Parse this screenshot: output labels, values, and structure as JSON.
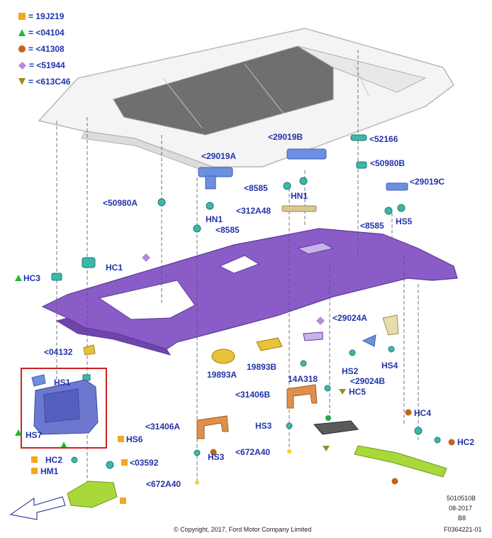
{
  "legend": [
    {
      "shape": "square",
      "color": "#f5a623",
      "text": "= 19J219"
    },
    {
      "shape": "triangle",
      "color": "#22bb33",
      "text": "= <04104"
    },
    {
      "shape": "circle",
      "color": "#c0651a",
      "text": "= <41308"
    },
    {
      "shape": "diamond",
      "color": "#b78ad8",
      "text": "= <51944"
    },
    {
      "shape": "triangle-down",
      "color": "#9a8a22",
      "text": "= <613C46"
    }
  ],
  "labels": {
    "p29019B": "<29019B",
    "p52166": "<52166",
    "p29019A": "<29019A",
    "p50980B": "<50980B",
    "p8585_mid": "<8585",
    "p29019C": "<29019C",
    "hn1_right": "HN1",
    "p50980A": "<50980A",
    "p312A48": "<312A48",
    "hn1_left": "HN1",
    "hs5": "HS5",
    "p8585_left": "<8585",
    "p8585_right": "<8585",
    "hc1": "HC1",
    "hc3": "HC3",
    "p29024A": "<29024A",
    "p04132": "<04132",
    "hs1": "HS1",
    "hs2": "HS2",
    "hs4": "HS4",
    "p19893A": "19893A",
    "p19893B": "19893B",
    "p14A318": "14A318",
    "p29024B": "<29024B",
    "hc5": "HC5",
    "p31406B": "<31406B",
    "hc4": "HC4",
    "hs7": "HS7",
    "hs6": "HS6",
    "p31406A": "<31406A",
    "hs3_mid": "HS3",
    "hc2_right": "HC2",
    "p672A40_mid": "<672A40",
    "hs3_left": "HS3",
    "hc2_left": "HC2",
    "p03592": "<03592",
    "hm1": "HM1",
    "p672A40_left": "<672A40"
  },
  "footer": {
    "code1": "5010510B",
    "code2": "08-2017",
    "code3": "B8",
    "copyright": "© Copyright, 2017, Ford Motor Company Limited",
    "figure": "F0364221-01"
  },
  "colors": {
    "label": "#2233aa",
    "headliner": "#8a5cc8",
    "bracket": "#6c8fe0",
    "clip": "#3bb8a8",
    "handle": "#e0904a",
    "lamp": "#e8c23a",
    "trim": "#a8d83a",
    "highlight": "#cc2222"
  }
}
